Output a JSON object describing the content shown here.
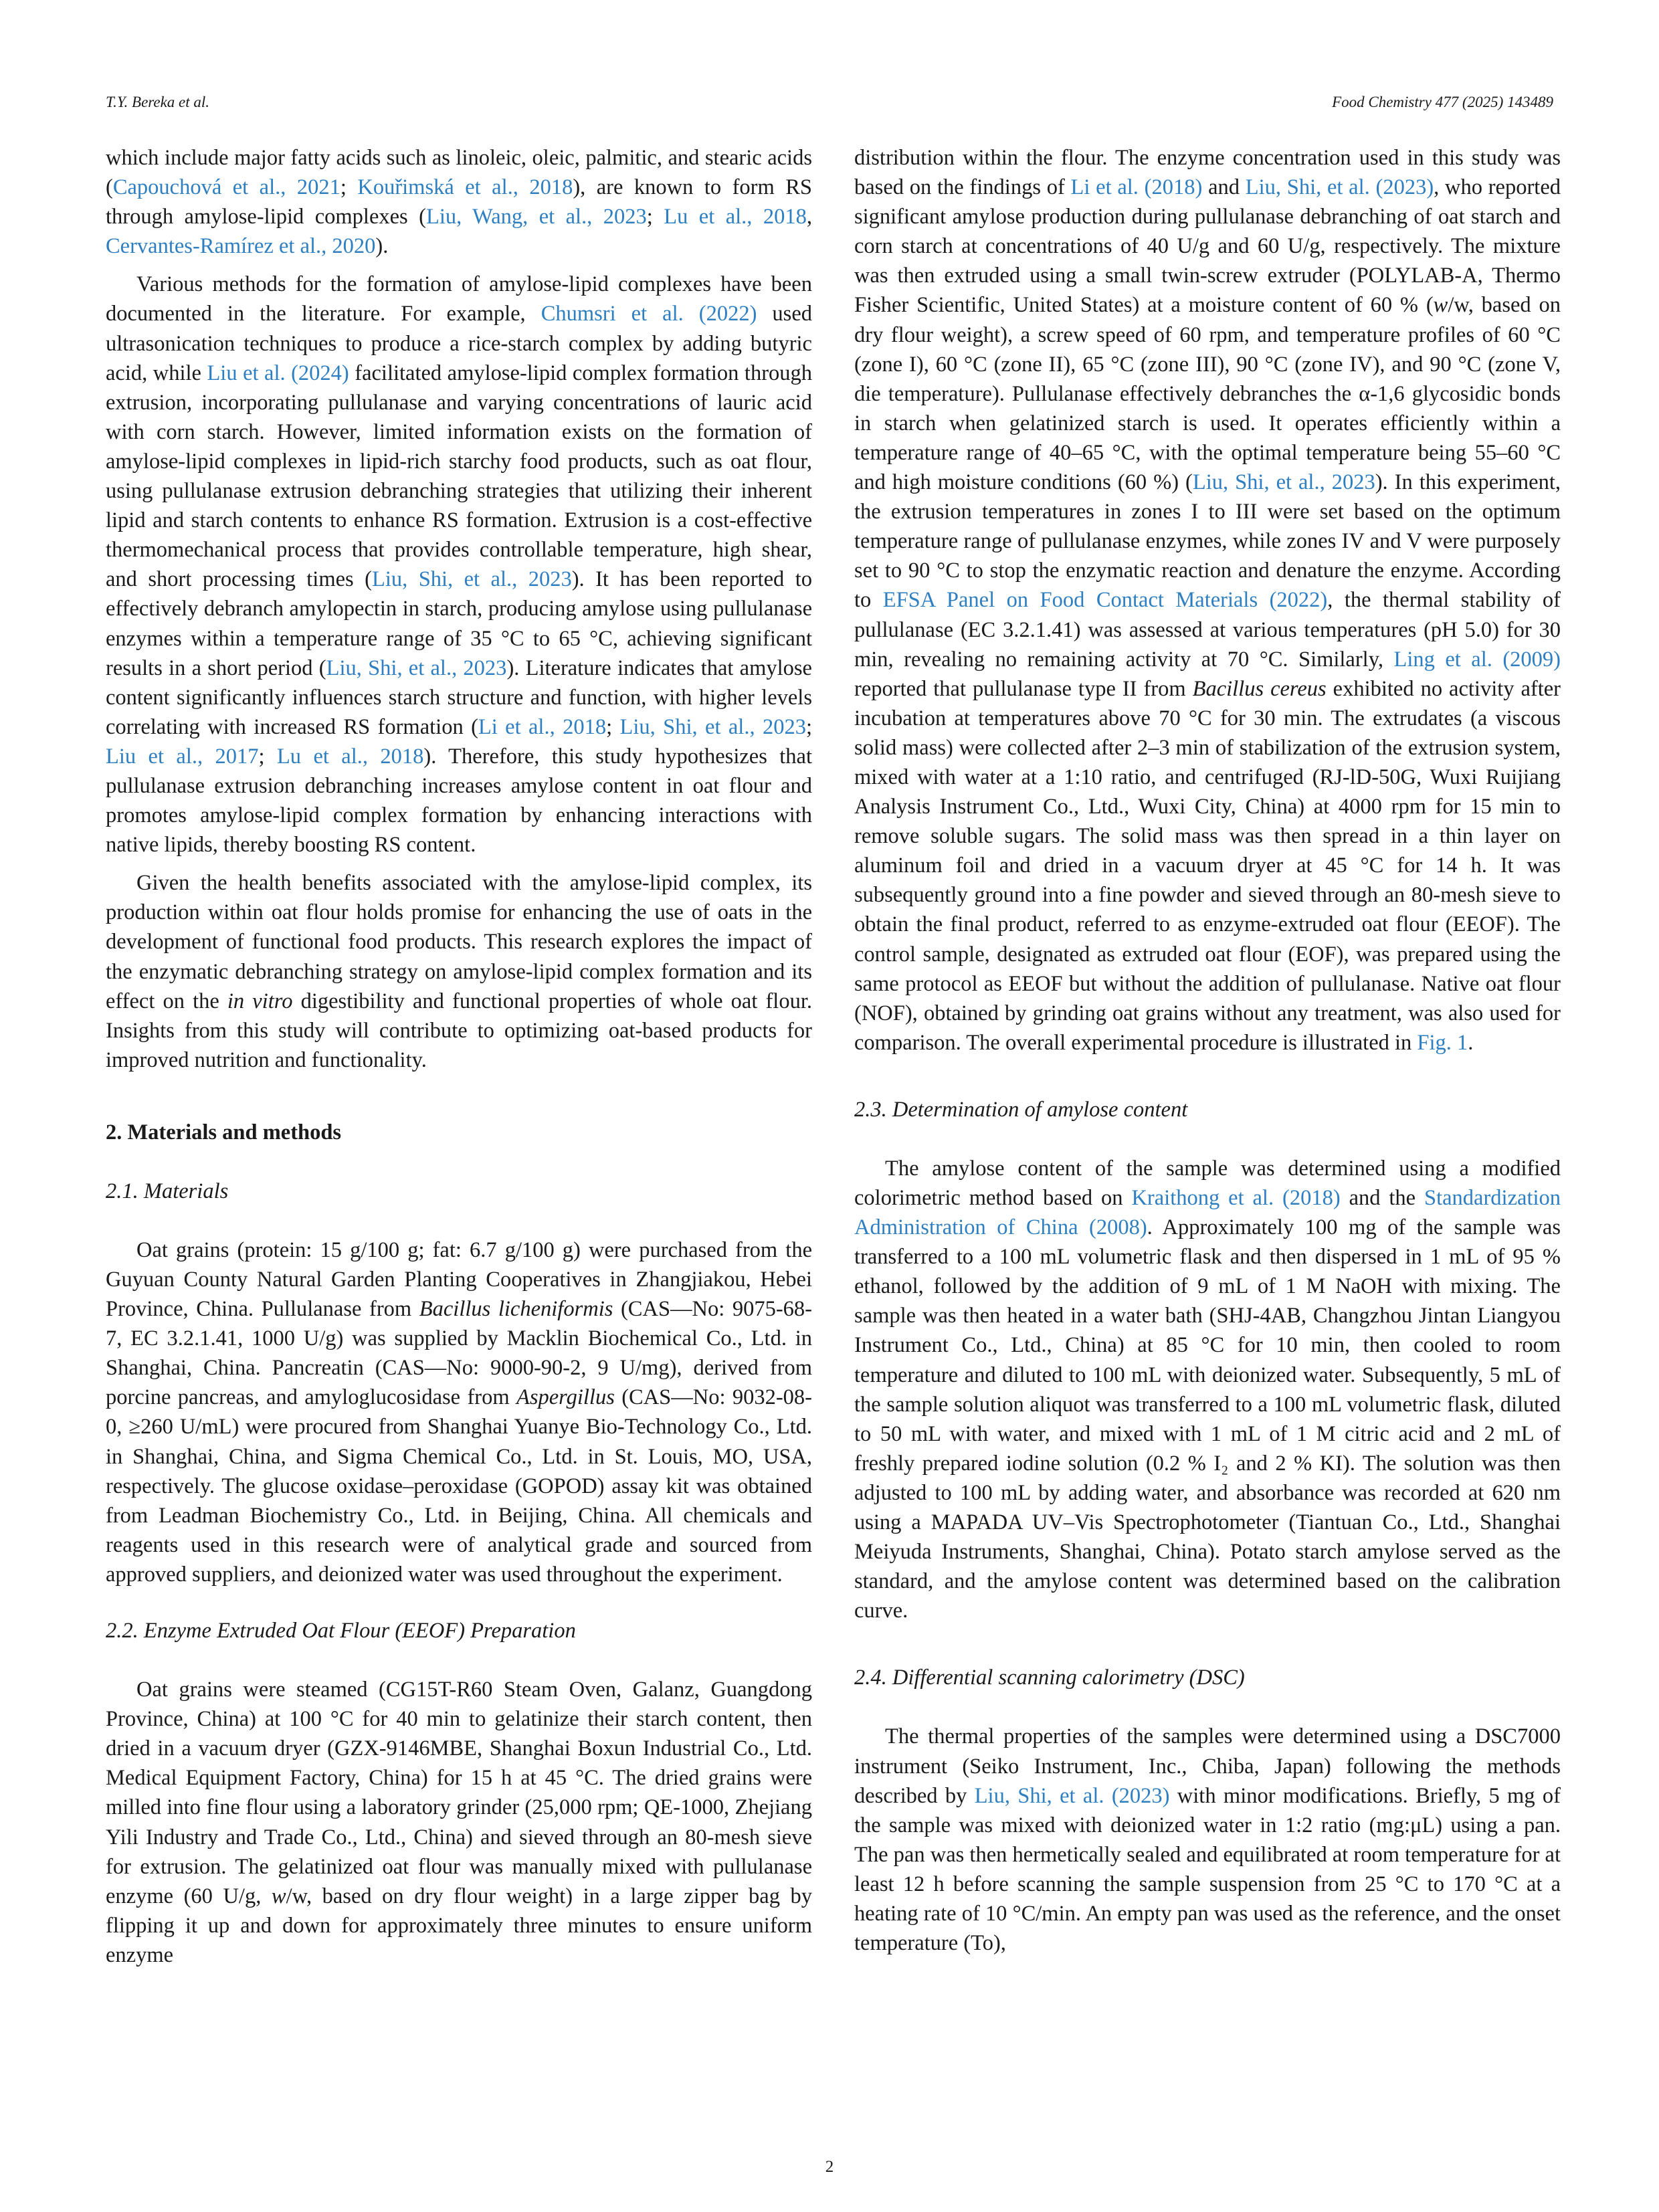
{
  "header": {
    "authors": "T.Y. Bereka et al.",
    "journal": "Food Chemistry 477 (2025) 143489"
  },
  "left": {
    "p1": [
      {
        "t": "which include major fatty acids such as linoleic, oleic, palmitic, and stearic acids ("
      },
      {
        "t": "Capouchová et al., 2021",
        "r": 1
      },
      {
        "t": "; "
      },
      {
        "t": "Kouřimská et al., 2018",
        "r": 1
      },
      {
        "t": "), are known to form RS through amylose-lipid complexes ("
      },
      {
        "t": "Liu, Wang, et al., 2023",
        "r": 1
      },
      {
        "t": "; "
      },
      {
        "t": "Lu et al., 2018",
        "r": 1
      },
      {
        "t": ", "
      },
      {
        "t": "Cervantes-Ramírez et al., 2020",
        "r": 1
      },
      {
        "t": ")."
      }
    ],
    "p2": [
      {
        "t": "Various methods for the formation of amylose-lipid complexes have been documented in the literature. For example, "
      },
      {
        "t": "Chumsri et al. (2022)",
        "r": 1
      },
      {
        "t": " used ultrasonication techniques to produce a rice-starch complex by adding butyric acid, while "
      },
      {
        "t": "Liu et al. (2024)",
        "r": 1
      },
      {
        "t": " facilitated amylose-lipid complex formation through extrusion, incorporating pullulanase and varying concentrations of lauric acid with corn starch. However, limited information exists on the formation of amylose-lipid complexes in lipid-rich starchy food products, such as oat flour, using pullulanase extrusion debranching strategies that utilizing their inherent lipid and starch contents to enhance RS formation. Extrusion is a cost-effective thermomechanical process that provides controllable temperature, high shear, and short processing times ("
      },
      {
        "t": "Liu, Shi, et al., 2023",
        "r": 1
      },
      {
        "t": "). It has been reported to effectively debranch amylopectin in starch, producing amylose using pullulanase enzymes within a temperature range of 35 °C to 65 °C, achieving significant results in a short period ("
      },
      {
        "t": "Liu, Shi, et al., 2023",
        "r": 1
      },
      {
        "t": "). Literature indicates that amylose content significantly influences starch structure and function, with higher levels correlating with increased RS formation ("
      },
      {
        "t": "Li et al., 2018",
        "r": 1
      },
      {
        "t": "; "
      },
      {
        "t": "Liu, Shi, et al., 2023",
        "r": 1
      },
      {
        "t": "; "
      },
      {
        "t": "Liu et al., 2017",
        "r": 1
      },
      {
        "t": "; "
      },
      {
        "t": "Lu et al., 2018",
        "r": 1
      },
      {
        "t": "). Therefore, this study hypothesizes that pullulanase extrusion debranching increases amylose content in oat flour and promotes amylose-lipid complex formation by enhancing interactions with native lipids, thereby boosting RS content."
      }
    ],
    "p3": [
      {
        "t": "Given the health benefits associated with the amylose-lipid complex, its production within oat flour holds promise for enhancing the use of oats in the development of functional food products. This research explores the impact of the enzymatic debranching strategy on amylose-lipid complex formation and its effect on the "
      },
      {
        "t": "in vitro",
        "i": 1
      },
      {
        "t": " digestibility and functional properties of whole oat flour. Insights from this study will contribute to optimizing oat-based products for improved nutrition and functionality."
      }
    ],
    "h_sec2": "2.  Materials and methods",
    "h_21": "2.1.  Materials",
    "p_21": [
      {
        "t": "Oat grains (protein: 15 g/100 g; fat: 6.7 g/100 g) were purchased from the Guyuan County Natural Garden Planting Cooperatives in Zhangjiakou, Hebei Province, China. Pullulanase from "
      },
      {
        "t": "Bacillus licheniformis",
        "i": 1
      },
      {
        "t": " (CAS—No: 9075-68-7, EC 3.2.1.41, 1000 U/g) was supplied by Macklin Biochemical Co., Ltd. in Shanghai, China. Pancreatin (CAS—No: 9000-90-2, 9 U/mg), derived from porcine pancreas, and amyloglucosidase from "
      },
      {
        "t": "Aspergillus",
        "i": 1
      },
      {
        "t": " (CAS—No: 9032-08-0, ≥260 U/mL) were procured from Shanghai Yuanye Bio-Technology Co., Ltd. in Shanghai, China, and Sigma Chemical Co., Ltd. in St. Louis, MO, USA, respectively. The glucose oxidase–peroxidase (GOPOD) assay kit was obtained from Leadman Biochemistry Co., Ltd. in Beijing, China. All chemicals and reagents used in this research were of analytical grade and sourced from approved suppliers, and deionized water was used throughout the experiment."
      }
    ],
    "h_22": "2.2.  Enzyme Extruded Oat Flour (EEOF) Preparation",
    "p_22": [
      {
        "t": "Oat grains were steamed (CG15T-R60 Steam Oven, Galanz, Guangdong Province, China) at 100 °C for 40 min to gelatinize their starch content, then dried in a vacuum dryer (GZX-9146MBE, Shanghai Boxun Industrial Co., Ltd. Medical Equipment Factory, China) for 15 h at 45 °C. The dried grains were milled into fine flour using a laboratory grinder (25,000 rpm; QE-1000, Zhejiang Yili Industry and Trade Co., Ltd., China) and sieved through an 80-mesh sieve for extrusion. The gelatinized oat flour was manually mixed with pullulanase enzyme (60 U/g, "
      },
      {
        "t": "w",
        "i": 1
      },
      {
        "t": "/w, based on dry flour weight) in a large zipper bag by flipping it up and down for approximately three minutes to ensure uniform enzyme"
      }
    ]
  },
  "right": {
    "p_22b": [
      {
        "t": "distribution within the flour. The enzyme concentration used in this study was based on the findings of "
      },
      {
        "t": "Li et al. (2018)",
        "r": 1
      },
      {
        "t": " and "
      },
      {
        "t": "Liu, Shi, et al. (2023)",
        "r": 1
      },
      {
        "t": ", who reported significant amylose production during pullulanase debranching of oat starch and corn starch at concentrations of 40 U/g and 60 U/g, respectively. The mixture was then extruded using a small twin-screw extruder (POLYLAB-A, Thermo Fisher Scientific, United States) at a moisture content of 60 % ("
      },
      {
        "t": "w",
        "i": 1
      },
      {
        "t": "/w, based on dry flour weight), a screw speed of 60 rpm, and temperature profiles of 60 °C (zone I), 60 °C (zone II), 65 °C (zone III), 90 °C (zone IV), and 90 °C (zone V, die temperature). Pullulanase effectively debranches the α-1,6 glycosidic bonds in starch when gelatinized starch is used. It operates efficiently within a temperature range of 40–65 °C, with the optimal temperature being 55–60 °C and high moisture conditions (60 %) ("
      },
      {
        "t": "Liu, Shi, et al., 2023",
        "r": 1
      },
      {
        "t": "). In this experiment, the extrusion temperatures in zones I to III were set based on the optimum temperature range of pullulanase enzymes, while zones IV and V were purposely set to 90 °C to stop the enzymatic reaction and denature the enzyme. According to "
      },
      {
        "t": "EFSA Panel on Food Contact Materials (2022)",
        "r": 1
      },
      {
        "t": ", the thermal stability of pullulanase (EC 3.2.1.41) was assessed at various temperatures (pH 5.0) for 30 min, revealing no remaining activity at 70 °C. Similarly, "
      },
      {
        "t": "Ling et al. (2009)",
        "r": 1
      },
      {
        "t": " reported that pullulanase type II from "
      },
      {
        "t": "Bacillus cereus",
        "i": 1
      },
      {
        "t": " exhibited no activity after incubation at temperatures above 70 °C for 30 min. The extrudates (a viscous solid mass) were collected after 2–3 min of stabilization of the extrusion system, mixed with water at a 1:10 ratio, and centrifuged (RJ-lD-50G, Wuxi Ruijiang Analysis Instrument Co., Ltd., Wuxi City, China) at 4000 rpm for 15 min to remove soluble sugars. The solid mass was then spread in a thin layer on aluminum foil and dried in a vacuum dryer at 45 °C for 14 h. It was subsequently ground into a fine powder and sieved through an 80-mesh sieve to obtain the final product, referred to as enzyme-extruded oat flour (EEOF). The control sample, designated as extruded oat flour (EOF), was prepared using the same protocol as EEOF but without the addition of pullulanase. Native oat flour (NOF), obtained by grinding oat grains without any treatment, was also used for comparison. The overall experimental procedure is illustrated in "
      },
      {
        "t": "Fig. 1",
        "r": 1
      },
      {
        "t": "."
      }
    ],
    "h_23": "2.3.  Determination of amylose content",
    "p_23": [
      {
        "t": "The amylose content of the sample was determined using a modified colorimetric method based on "
      },
      {
        "t": "Kraithong et al. (2018)",
        "r": 1
      },
      {
        "t": " and the "
      },
      {
        "t": "Standardization Administration of China (2008)",
        "r": 1
      },
      {
        "t": ". Approximately 100 mg of the sample was transferred to a 100 mL volumetric flask and then dispersed in 1 mL of 95 % ethanol, followed by the addition of 9 mL of 1 M NaOH with mixing. The sample was then heated in a water bath (SHJ-4AB, Changzhou Jintan Liangyou Instrument Co., Ltd., China) at 85 °C for 10 min, then cooled to room temperature and diluted to 100 mL with deionized water. Subsequently, 5 mL of the sample solution aliquot was transferred to a 100 mL volumetric flask, diluted to 50 mL with water, and mixed with 1 mL of 1 M citric acid and 2 mL of freshly prepared iodine solution (0.2 % I₂ and 2 % KI). The solution was then adjusted to 100 mL by adding water, and absorbance was recorded at 620 nm using a MAPADA UV–Vis Spectrophotometer (Tiantuan Co., Ltd., Shanghai Meiyuda Instruments, Shanghai, China). Potato starch amylose served as the standard, and the amylose content was determined based on the calibration curve."
      }
    ],
    "h_24": "2.4.  Differential scanning calorimetry (DSC)",
    "p_24": [
      {
        "t": "The thermal properties of the samples were determined using a DSC7000 instrument (Seiko Instrument, Inc., Chiba, Japan) following the methods described by "
      },
      {
        "t": "Liu, Shi, et al. (2023)",
        "r": 1
      },
      {
        "t": " with minor modifications. Briefly, 5 mg of the sample was mixed with deionized water in 1:2 ratio (mg:μL) using a pan. The pan was then hermetically sealed and equilibrated at room temperature for at least 12 h before scanning the sample suspension from 25 °C to 170 °C at a heating rate of 10 °C/min. An empty pan was used as the reference, and the onset temperature (To),"
      }
    ]
  },
  "footer": {
    "page_number": "2"
  }
}
